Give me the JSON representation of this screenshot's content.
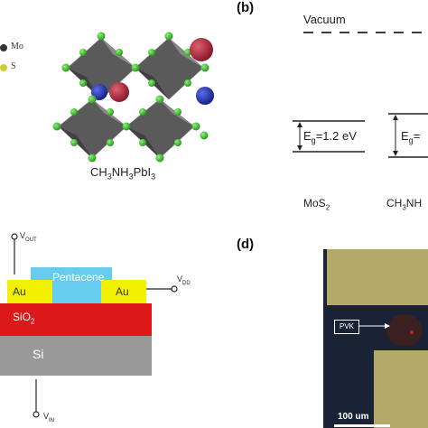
{
  "panel_labels": {
    "b": "(b)",
    "d": "(d)"
  },
  "legend": {
    "mo": "Mo",
    "s": "S"
  },
  "crystal": {
    "formula_a": "CH",
    "formula_b": "NH",
    "formula_c": "PbI",
    "sub3": "3"
  },
  "band": {
    "vacuum": "Vacuum",
    "eg_mos2": "=1.2 eV",
    "eg_letter": "E",
    "eg_sub": "g",
    "eg_partial": "=",
    "mos2_a": "MoS",
    "mos2_sub": "2",
    "pvk_partial": "CH",
    "pvk_sub": "3",
    "pvk_partial_b": "NH"
  },
  "device": {
    "au_left": "Au",
    "au_right": "Au",
    "pentacene": "Pentacene",
    "sio2": "SiO",
    "sio2_sub": "2",
    "si": "Si",
    "v_out": "V",
    "v_out_sub": "OUT",
    "v_dd": "V",
    "v_dd_sub": "DD",
    "v_in": "V",
    "v_in_sub": "IN",
    "colors": {
      "au": "#f0f000",
      "pentacene": "#66ccee",
      "sio2": "#dd1818",
      "si": "#999999"
    }
  },
  "micrograph": {
    "pvk_label": "PVK",
    "scale_bar": "100 um"
  }
}
